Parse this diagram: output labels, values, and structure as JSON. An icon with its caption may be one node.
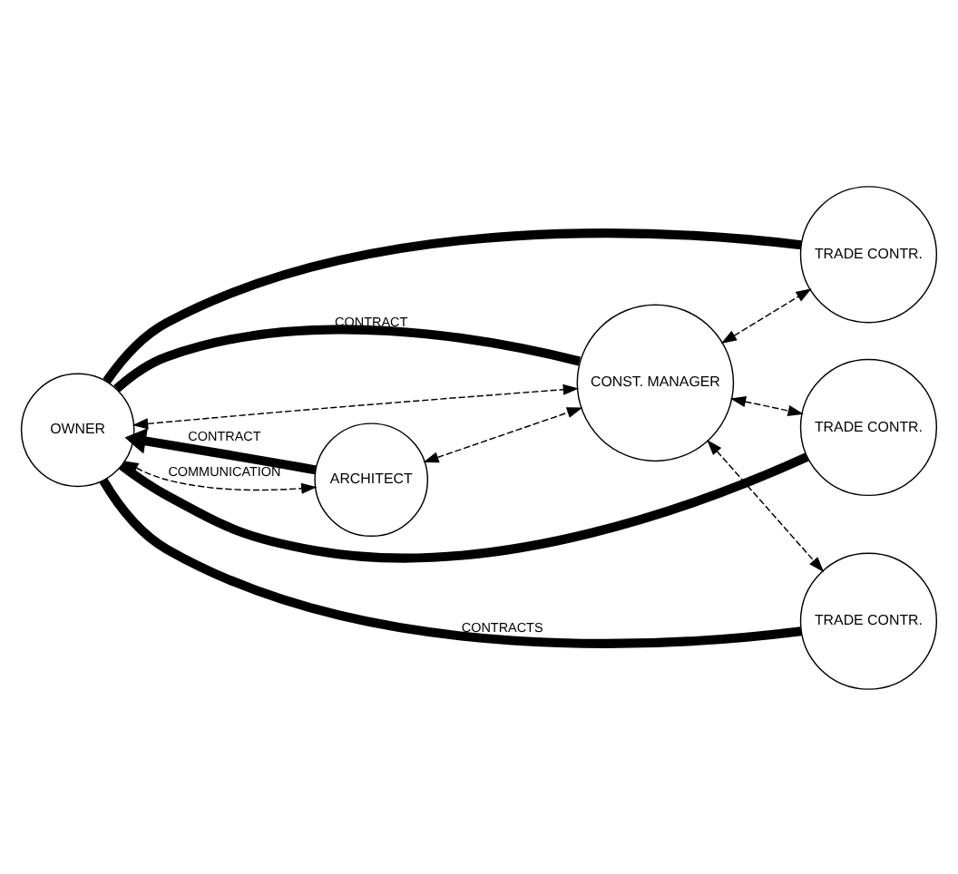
{
  "diagram": {
    "nodes": [
      {
        "text": [
          "OWNER"
        ]
      },
      {
        "text": [
          "ARCHITECT"
        ]
      },
      {
        "text": [
          "CONST. MANAGER"
        ]
      },
      {
        "text": [
          "TRADE CONTR."
        ]
      },
      {
        "text": [
          "TRADE CONTR."
        ]
      },
      {
        "text": [
          "TRADE CONTR."
        ]
      }
    ],
    "edges": [
      {
        "from": 1,
        "to": 0,
        "arrow": "both",
        "style": "dashed",
        "label": "COMMUNICATION"
      },
      {
        "from": 1,
        "to": 0,
        "arrow": "to",
        "style": "thick",
        "label": "CONTRACT"
      },
      {
        "from": 0,
        "to": 2,
        "arrow": "none",
        "style": "thick",
        "label": "CONTRACT"
      },
      {
        "from": 0,
        "to": 2,
        "arrow": "both",
        "style": "dashed"
      },
      {
        "from": 1,
        "to": 2,
        "arrow": "both",
        "style": "dashed"
      },
      {
        "from": 2,
        "to": 3,
        "arrow": "both",
        "style": "dashed"
      },
      {
        "from": 2,
        "to": 4,
        "arrow": "both",
        "style": "dashed"
      },
      {
        "from": 2,
        "to": 5,
        "arrow": "both",
        "style": "dashed"
      },
      {
        "from": 0,
        "to": 3,
        "arrow": "none",
        "style": "thick"
      },
      {
        "from": 0,
        "to": 4,
        "arrow": "none",
        "style": "thick"
      },
      {
        "from": 0,
        "to": 5,
        "arrow": "none",
        "style": "thick",
        "label": "CONTRACTS"
      }
    ]
  }
}
